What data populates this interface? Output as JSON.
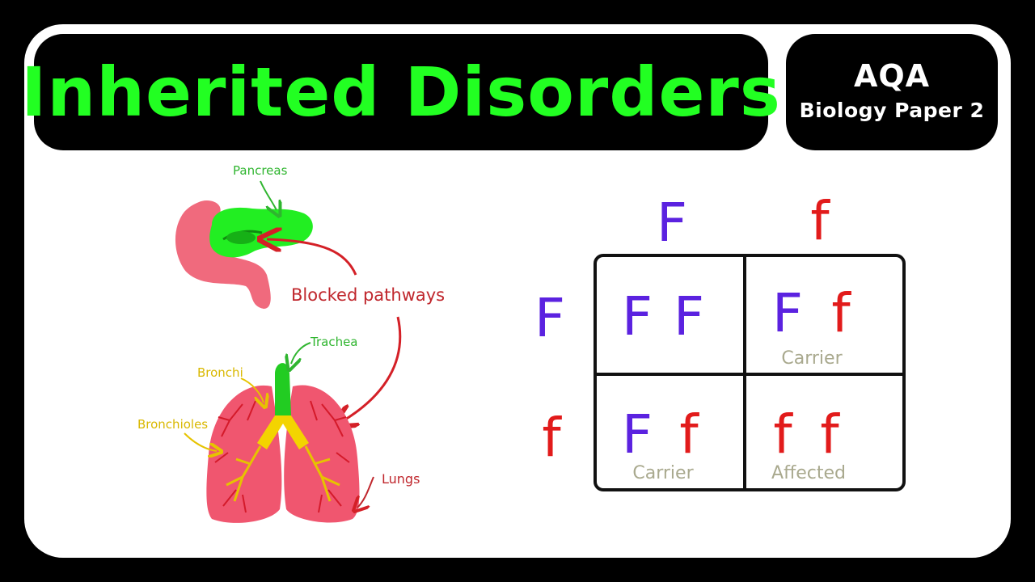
{
  "header": {
    "title": "Inherited Disorders",
    "badge_line1": "AQA",
    "badge_line2": "Biology Paper 2"
  },
  "anatomy": {
    "pancreas_label": "Pancreas",
    "blocked_label": "Blocked pathways",
    "trachea_label": "Trachea",
    "bronchi_label": "Bronchi",
    "bronchioles_label": "Bronchioles",
    "lungs_label": "Lungs"
  },
  "punnett": {
    "col_headers": [
      "F",
      "f"
    ],
    "row_headers": [
      "F",
      "f"
    ],
    "cells": [
      {
        "left": "F",
        "right": "F",
        "status": ""
      },
      {
        "left": "F",
        "right": "f",
        "status": "Carrier"
      },
      {
        "left": "F",
        "right": "f",
        "status": "Carrier"
      },
      {
        "left": "f",
        "right": "f",
        "status": "Affected"
      }
    ]
  },
  "colors": {
    "title_green": "#22ff22",
    "dominant_allele": "#5b22e0",
    "recessive_allele": "#e21b1b",
    "status_text": "#a9a98e",
    "label_red": "#c0272d"
  }
}
